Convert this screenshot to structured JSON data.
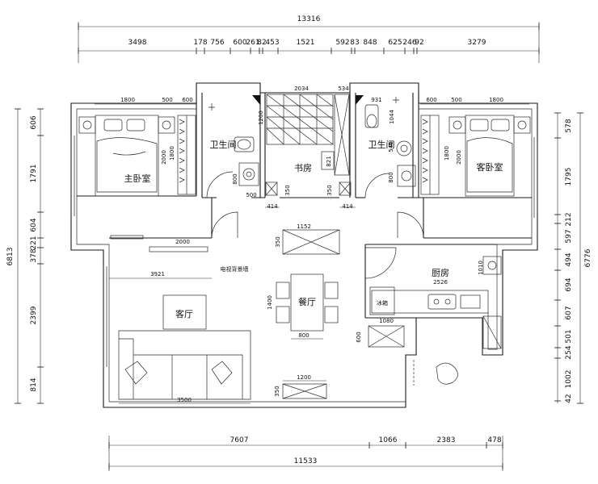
{
  "dimensions": {
    "top_total": "13316",
    "top_segments": [
      "3498",
      "178",
      "756",
      "600",
      "261",
      "82",
      "453",
      "1521",
      "592",
      "83",
      "848",
      "625",
      "246",
      "92",
      "3279"
    ],
    "inner_top": [
      "1800",
      "500",
      "600",
      "2034",
      "534",
      "931",
      "600",
      "500",
      "1800"
    ],
    "left_total": "6813",
    "left_segments": [
      "606",
      "1791",
      "604",
      "221",
      "378",
      "2399",
      "814"
    ],
    "right_total": "6776",
    "right_segments": [
      "578",
      "1795",
      "212",
      "597",
      "494",
      "694",
      "607",
      "501",
      "254",
      "1002",
      "42"
    ],
    "bottom_segments": [
      "7607",
      "1066",
      "2383",
      "478"
    ],
    "bottom_total": "11533",
    "interior": {
      "master_bed_v": "2000",
      "master_wardrobe_v": "1800",
      "bath1_top": "1200",
      "bath1_side": "800",
      "bath1_bottom": "500",
      "study_left": "350",
      "study_right": "350",
      "study_414a": "414",
      "study_414b": "414",
      "study_821": "821",
      "bath2_top": "1044",
      "bath2_540": "540",
      "bath2_side": "800",
      "guest_wardrobe_v": "1800",
      "guest_bed_v": "2000",
      "tv_wall": "2000",
      "living_width": "3921",
      "hall_cabinet": "1152",
      "hall_cabinet_depth": "350",
      "dining_table_v": "1400",
      "dining_table_h": "800",
      "kitchen_width": "2526",
      "kitchen_side": "1010",
      "fridge_block": "1080",
      "fridge_depth": "600",
      "sofa_width": "3500",
      "shoe_cabinet": "1200",
      "shoe_depth": "350"
    }
  },
  "rooms": {
    "master_bedroom": "主卧室",
    "bathroom_left": "卫生间",
    "study": "书房",
    "bathroom_right": "卫生间",
    "guest_bedroom": "客卧室",
    "living_room": "客厅",
    "dining_room": "餐厅",
    "kitchen": "厨房"
  },
  "labels": {
    "tv_wall": "电视背景墙",
    "fridge": "冰箱"
  }
}
